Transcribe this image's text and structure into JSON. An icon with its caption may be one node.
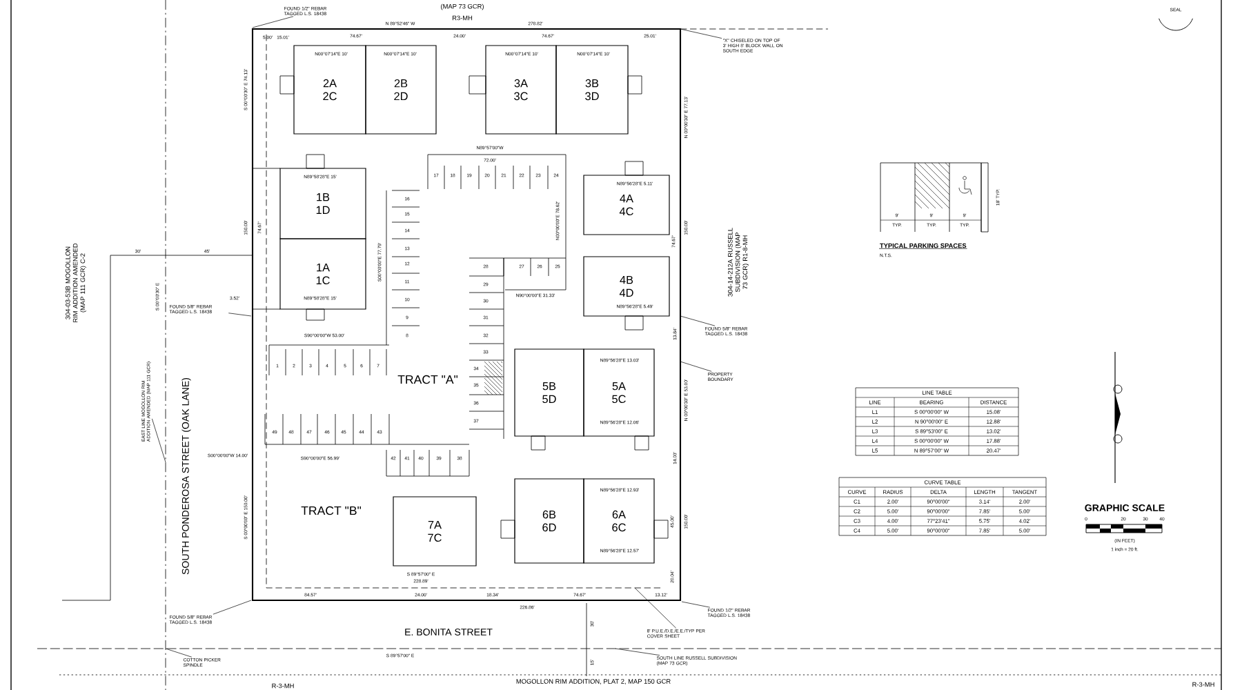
{
  "diagram": {
    "nodes": [
      {
        "text": [
          "2A",
          "2C"
        ]
      },
      {
        "text": [
          "2B",
          "2D"
        ]
      },
      {
        "text": [
          "3A",
          "3C"
        ]
      },
      {
        "text": [
          "3B",
          "3D"
        ]
      },
      {
        "text": [
          "1B",
          "1D"
        ]
      },
      {
        "text": [
          "1A",
          "1C"
        ]
      },
      {
        "text": [
          "4A",
          "4C"
        ]
      },
      {
        "text": [
          "4B",
          "4D"
        ]
      },
      {
        "text": [
          "5B",
          "5D"
        ]
      },
      {
        "text": [
          "5A",
          "5C"
        ]
      },
      {
        "text": [
          "7A",
          "7C"
        ]
      },
      {
        "text": [
          "6B",
          "6D"
        ]
      },
      {
        "text": [
          "6A",
          "6C"
        ]
      },
      {
        "text": [
          "FOUND 1/2\" REBAR TAGGED L.S. 18438"
        ]
      },
      {
        "text": [
          "\"X\" CHISELED ON TOP OF 3' HIGH 8' BLOCK WALL ON SOUTH EDGE"
        ]
      },
      {
        "text": [
          "FOUND 5/8\" REBAR TAGGED L.S. 18438"
        ]
      },
      {
        "text": [
          "PROPERTY BOUNDARY"
        ]
      },
      {
        "text": [
          "FOUND 5/8\" REBAR TAGGED L.S. 18438"
        ]
      },
      {
        "text": [
          "FOUND 5/8\" REBAR TAGGED L.S. 18438"
        ]
      },
      {
        "text": [
          "COTTON PICKER SPINDLE"
        ]
      },
      {
        "text": [
          "FOUND 1/2\" REBAR TAGGED L.S. 18438"
        ]
      },
      {
        "text": [
          "8' P.U.E./D.E./E.E./TYP PER COVER SHEET"
        ]
      },
      {
        "text": [
          "SOUTH LINE RUSSELL SUBDIVISION (MAP 73 GCR)"
        ]
      },
      {
        "text": [
          "EAST LINE MOGOLLON RIM ADDITION AMENDED (MAP 111 GCR)"
        ]
      }
    ],
    "edges": [
      {
        "from": 13,
        "to": null,
        "arrow": "none"
      },
      {
        "from": 14,
        "to": null,
        "arrow": "none"
      },
      {
        "from": 15,
        "to": null,
        "arrow": "none"
      },
      {
        "from": 16,
        "to": null,
        "arrow": "none"
      },
      {
        "from": 17,
        "to": null,
        "arrow": "none"
      },
      {
        "from": 18,
        "to": null,
        "arrow": "none"
      },
      {
        "from": 19,
        "to": null,
        "arrow": "none"
      },
      {
        "from": 20,
        "to": null,
        "arrow": "none"
      },
      {
        "from": 21,
        "to": null,
        "arrow": "none"
      },
      {
        "from": 22,
        "to": null,
        "arrow": "none"
      },
      {
        "from": 23,
        "to": null,
        "arrow": "none"
      }
    ],
    "labels": [
      "(MAP 73 GCR)",
      "R3-MH",
      "N 89°52'46\" W",
      "278.82'",
      "5.00'",
      "15.01'",
      "74.67'",
      "24.00'",
      "74.67'",
      "25.01'",
      "N00°07'14\"E 10'",
      "N00°07'14\"E 10'",
      "N00°07'14\"E 10'",
      "N00°07'14\"E 10'",
      "S 00°00'30\" E 74.13'",
      "150.00'",
      "74.67'",
      "30'",
      "45'",
      "N89°58'28\"E 15'",
      "N89°58'28\"E 15'",
      "S90°00'00\"W 53.00'",
      "S 00°00'30\" E",
      "3.52'",
      "S00°00'00\"E 77.79'",
      "N89°57'00\"W",
      "72.00'",
      "N00°00'00\"E 78.62'",
      "N90°00'00\"E 31.33'",
      "N 00°00'30\" E 77.13'",
      "N89°56'28\"E 5.11'",
      "150.00'",
      "74.67'",
      "N89°56'28\"E 5.49'",
      "13.84'",
      "N89°56'28\"E 13.03'",
      "N89°56'28\"E 12.06'",
      "N 00°00'30\" E 53.00'",
      "14.03'",
      "N89°56'28\"E 12.93'",
      "N89°56'28\"E 12.57'",
      "45.00'",
      "150.00'",
      "20.04'",
      "S00°00'00\"W 14.00'",
      "S90°00'00\"E 56.99'",
      "S 00°00'00\" E 150.00'",
      "TRACT \"A\"",
      "TRACT \"B\"",
      "SOUTH PONDEROSA STREET (OAK LANE)",
      "E. BONITA STREET",
      "304-03-53B MOGOLLON RIM ADDITION AMENDED (MAP 111 GCR) C-2",
      "304-14-212A RUSSELL SUBDIVISION (MAP 73 GCR) R1-8-MH",
      "S 89°57'00\" E",
      "228.89'",
      "84.57'",
      "24.00'",
      "18.34'",
      "74.67'",
      "13.12'",
      "226.86'",
      "30'",
      "15'",
      "R-3-MH",
      "MOGOLLON RIM ADDITION, PLAT 2, MAP 150 GCR",
      "R-3-MH",
      "S 89°57'00\" E",
      "9'",
      "TYP.",
      "9'",
      "TYP.",
      "9'",
      "TYP.",
      "18' TYP.",
      "TYPICAL PARKING SPACES",
      "N.T.S.",
      "GRAPHIC SCALE",
      "0",
      "20",
      "30",
      "40",
      "(IN FEET)",
      "1 inch = 20 ft.",
      "SEAL",
      "1",
      "2",
      "3",
      "4",
      "5",
      "6",
      "7",
      "16",
      "15",
      "14",
      "13",
      "12",
      "11",
      "10",
      "9",
      "8",
      "17",
      "18",
      "19",
      "20",
      "21",
      "22",
      "23",
      "24",
      "28",
      "27",
      "26",
      "25",
      "29",
      "30",
      "31",
      "32",
      "33",
      "34",
      "35",
      "36",
      "37",
      "49",
      "48",
      "47",
      "46",
      "45",
      "44",
      "43",
      "42",
      "41",
      "40",
      "39",
      "38",
      "LINE TABLE",
      "LINE",
      "BEARING",
      "DISTANCE",
      "L1",
      "S 00°00'00\" W",
      "15.08'",
      "L2",
      "N 90°00'00\" E",
      "12.88'",
      "L3",
      "S 89°53'00\" E",
      "13.02'",
      "L4",
      "S 00°00'00\" W",
      "17.88'",
      "L5",
      "N 89°57'00\" W",
      "20.47'",
      "CURVE TABLE",
      "CURVE",
      "RADIUS",
      "DELTA",
      "LENGTH",
      "TANGENT",
      "C1",
      "2.00'",
      "90°00'00\"",
      "3.14'",
      "2.00'",
      "C2",
      "5.00'",
      "90°00'00\"",
      "7.85'",
      "5.00'",
      "C3",
      "4.00'",
      "77°23'41\"",
      "5.75'",
      "4.02'",
      "C4",
      "5.00'",
      "90°00'00\"",
      "7.85'",
      "5.00'"
    ]
  }
}
